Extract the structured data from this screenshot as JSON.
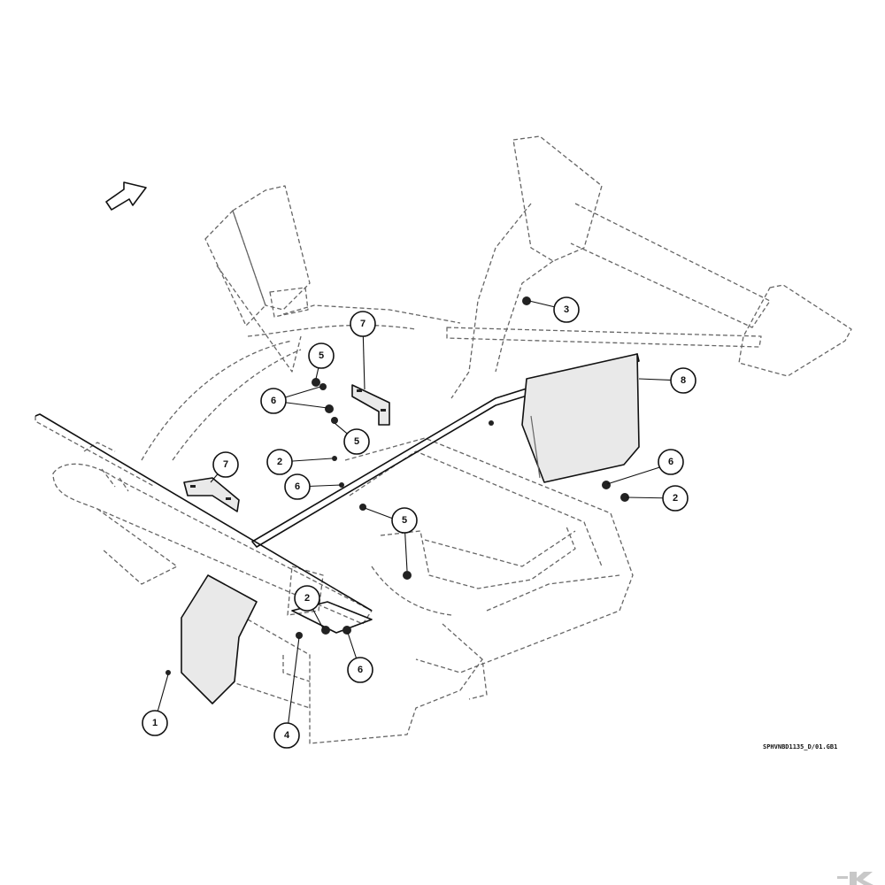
{
  "callouts": [
    {
      "id": "callout-1a",
      "label": "1"
    },
    {
      "id": "callout-2a",
      "label": "2"
    },
    {
      "id": "callout-2b",
      "label": "2"
    },
    {
      "id": "callout-2c",
      "label": "2"
    },
    {
      "id": "callout-3",
      "label": "3"
    },
    {
      "id": "callout-4",
      "label": "4"
    },
    {
      "id": "callout-5a",
      "label": "5"
    },
    {
      "id": "callout-5b",
      "label": "5"
    },
    {
      "id": "callout-5c",
      "label": "5"
    },
    {
      "id": "callout-6a",
      "label": "6"
    },
    {
      "id": "callout-6b",
      "label": "6"
    },
    {
      "id": "callout-6c",
      "label": "6"
    },
    {
      "id": "callout-6d",
      "label": "6"
    },
    {
      "id": "callout-7a",
      "label": "7"
    },
    {
      "id": "callout-7b",
      "label": "7"
    },
    {
      "id": "callout-8",
      "label": "8"
    }
  ],
  "reference_code": "SPHVNBD1135_D/01.GB1",
  "direction_icon": "arrow-icon",
  "logo_icon": "brand-logo-icon",
  "colors": {
    "ink": "#111111",
    "hidden_line": "#666666",
    "part_fill": "#e9e9e9"
  }
}
